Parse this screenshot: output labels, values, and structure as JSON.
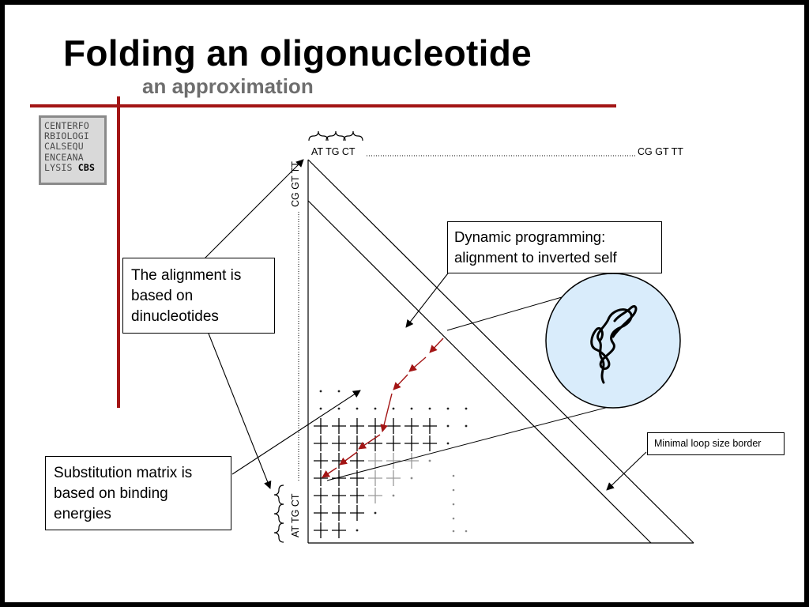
{
  "slide": {
    "title": "Folding an oligonucleotide",
    "subtitle": "an approximation"
  },
  "logo": {
    "lines": [
      "CENTERFO",
      "RBIOLOGI",
      "CALSEQU",
      "ENCEANA"
    ],
    "last_line_prefix": "LYSIS ",
    "last_line_brand": "CBS"
  },
  "diagram": {
    "top_sequence_start": "AT TG CT",
    "top_sequence_end": "CG GT TT",
    "left_sequence_start": "AT TG CT",
    "left_sequence_end": "CG GT TT",
    "callouts": {
      "alignment": [
        "The alignment is",
        "based on",
        "dinucleotides"
      ],
      "substitution": [
        "Substitution matrix is",
        "based on binding",
        "energies"
      ],
      "dynamic_programming": [
        "Dynamic programming:",
        "alignment to inverted self"
      ],
      "loop_border": "Minimal loop size border"
    }
  },
  "colors": {
    "accent_red": "#a31515",
    "path_red": "#a31515",
    "circle_fill": "#d9ecfb",
    "logo_gray": "#8a8a8a"
  }
}
